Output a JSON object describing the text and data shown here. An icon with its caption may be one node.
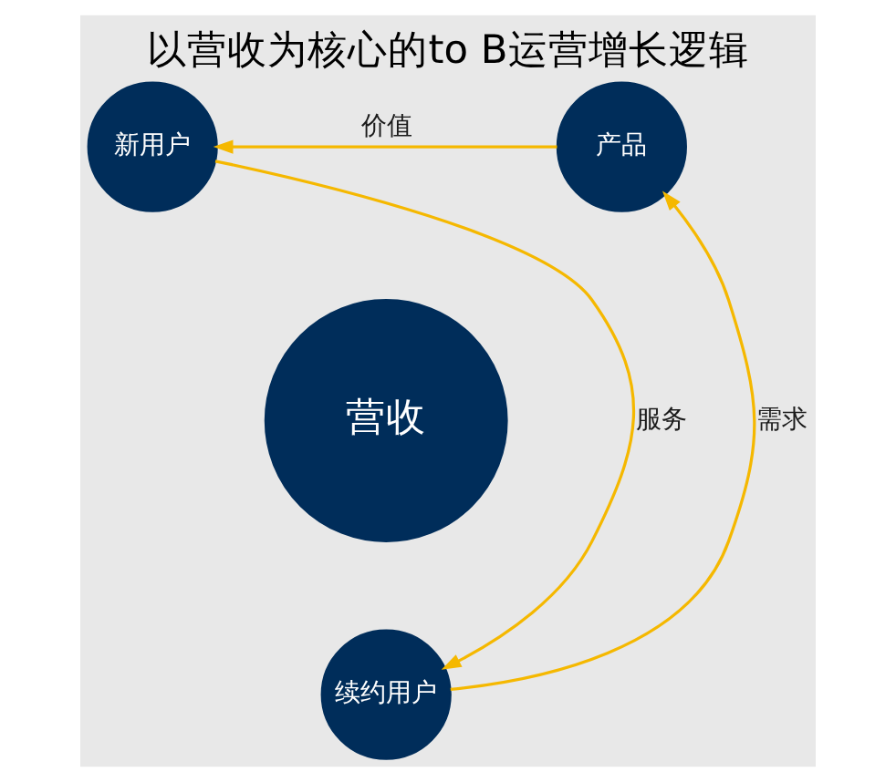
{
  "diagram": {
    "title": "以营收为核心的to B运营增长逻辑",
    "nodes": [
      {
        "text": [
          "新用户"
        ]
      },
      {
        "text": [
          "产品"
        ]
      },
      {
        "text": [
          "营收"
        ]
      },
      {
        "text": [
          "续约用户"
        ]
      }
    ],
    "edges": [
      {
        "from": 1,
        "to": 0,
        "arrow": "to",
        "label": "价值"
      },
      {
        "from": 0,
        "to": 3,
        "arrow": "to",
        "label": "服务"
      },
      {
        "from": 3,
        "to": 1,
        "arrow": "to",
        "label": "需求"
      }
    ]
  }
}
